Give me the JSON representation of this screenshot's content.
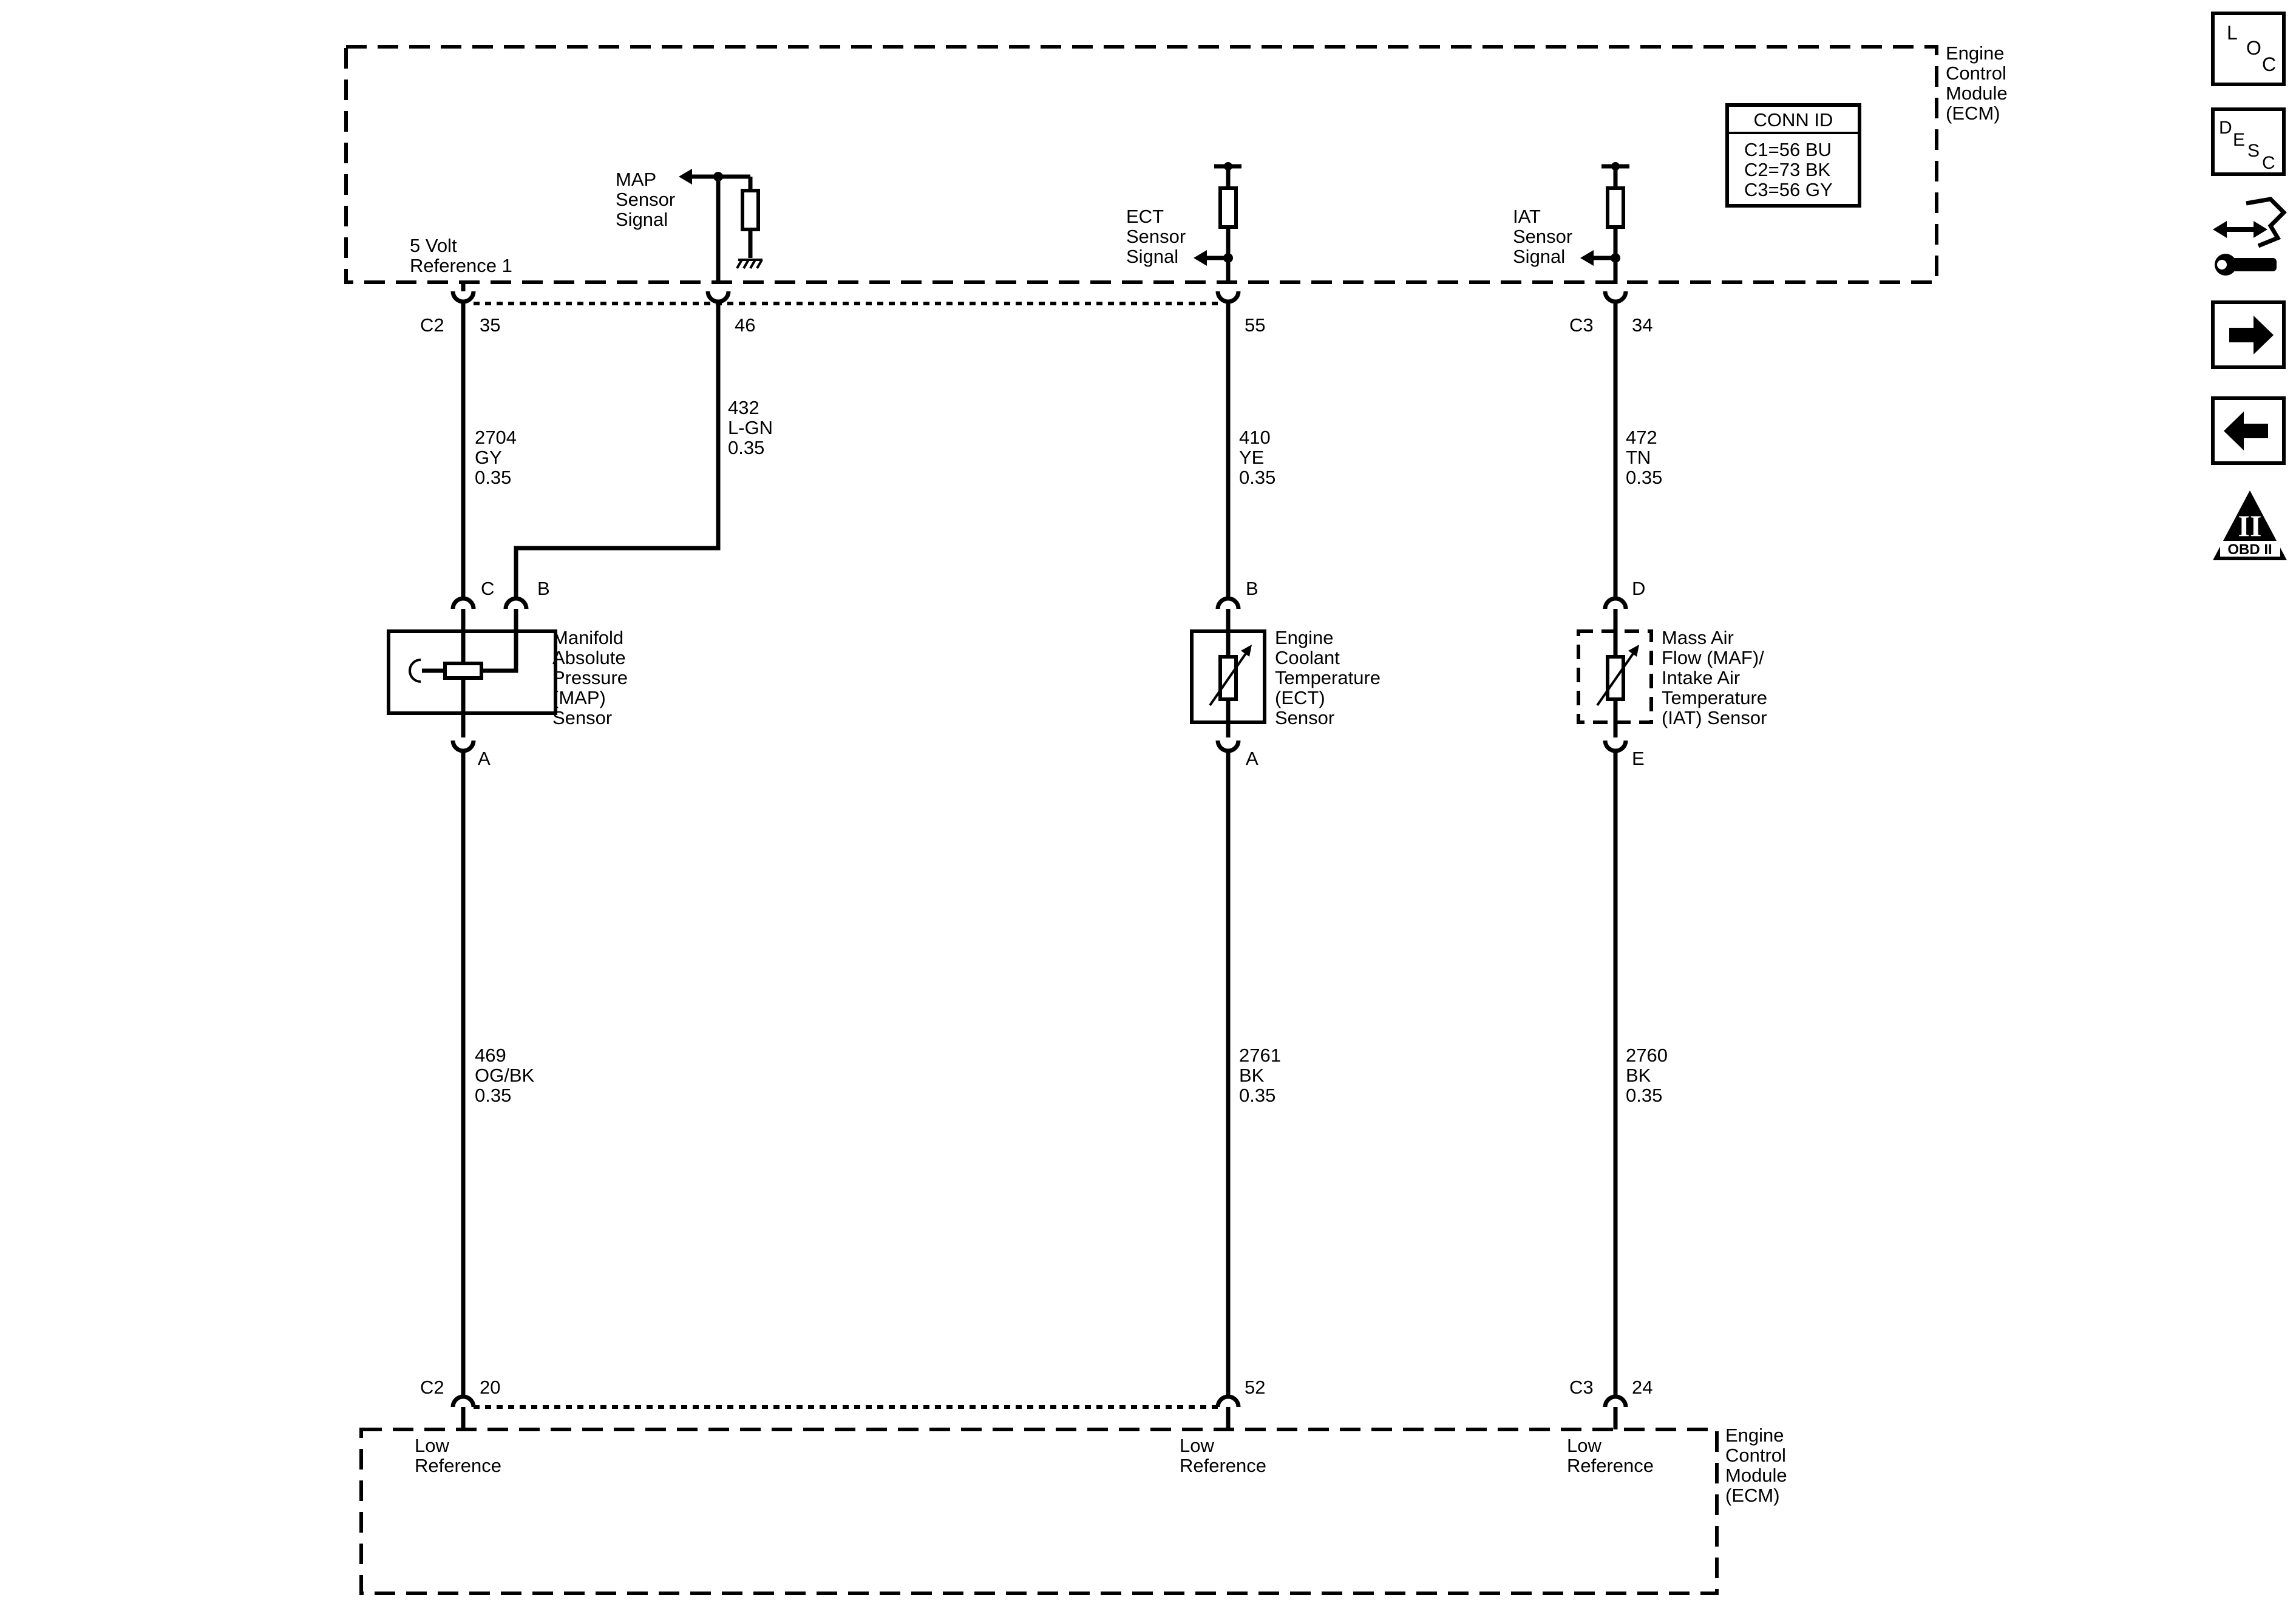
{
  "ecm_top": {
    "label_lines": [
      "Engine",
      "Control",
      "Module",
      "(ECM)"
    ],
    "conn_id": {
      "title": "CONN ID",
      "lines": [
        "C1=56 BU",
        "C2=73 BK",
        "C3=56 GY"
      ]
    }
  },
  "ecm_bottom": {
    "label_lines": [
      "Engine",
      "Control",
      "Module",
      "(ECM)"
    ]
  },
  "signals": {
    "ref5v": [
      "5 Volt",
      "Reference 1"
    ],
    "map": [
      "MAP",
      "Sensor",
      "Signal"
    ],
    "ect": [
      "ECT",
      "Sensor",
      "Signal"
    ],
    "iat": [
      "IAT",
      "Sensor",
      "Signal"
    ],
    "low_ref": [
      "Low",
      "Reference"
    ]
  },
  "pins_top": {
    "ref5v": {
      "conn": "C2",
      "pin": "35"
    },
    "map": {
      "pin": "46"
    },
    "ect": {
      "pin": "55"
    },
    "iat": {
      "conn": "C3",
      "pin": "34"
    }
  },
  "pins_bottom": {
    "map": {
      "conn": "C2",
      "pin": "20"
    },
    "ect": {
      "pin": "52"
    },
    "iat": {
      "conn": "C3",
      "pin": "24"
    }
  },
  "wires": {
    "ref5v": [
      "2704",
      "GY",
      "0.35"
    ],
    "map_signal": [
      "432",
      "L-GN",
      "0.35"
    ],
    "ect_signal": [
      "410",
      "YE",
      "0.35"
    ],
    "iat_signal": [
      "472",
      "TN",
      "0.35"
    ],
    "map_low": [
      "469",
      "OG/BK",
      "0.35"
    ],
    "ect_low": [
      "2761",
      "BK",
      "0.35"
    ],
    "iat_low": [
      "2760",
      "BK",
      "0.35"
    ]
  },
  "sensors": {
    "map": {
      "label_lines": [
        "Manifold",
        "Absolute",
        "Pressure",
        "(MAP)",
        "Sensor"
      ],
      "pins": {
        "c": "C",
        "b": "B",
        "a": "A"
      }
    },
    "ect": {
      "label_lines": [
        "Engine",
        "Coolant",
        "Temperature",
        "(ECT)",
        "Sensor"
      ],
      "pins": {
        "b": "B",
        "a": "A"
      }
    },
    "iat": {
      "label_lines": [
        "Mass Air",
        "Flow (MAF)/",
        "Intake Air",
        "Temperature",
        "(IAT) Sensor"
      ],
      "pins": {
        "d": "D",
        "e": "E"
      }
    }
  },
  "nav": {
    "loc": [
      "L",
      "O",
      "C"
    ],
    "desc": [
      "D",
      "E",
      "S",
      "C"
    ],
    "obd_numeral": "II",
    "obd_label": "OBD II"
  }
}
